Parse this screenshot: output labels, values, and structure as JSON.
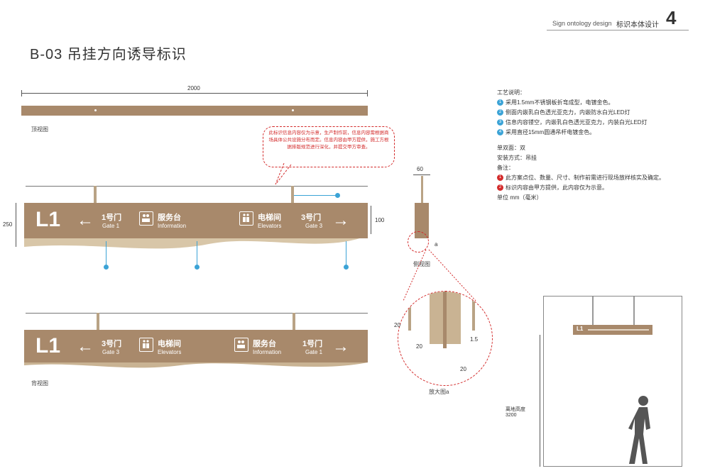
{
  "header": {
    "subtitle_en": "Sign ontology design",
    "subtitle_cn": "标识本体设计",
    "page_number": "4"
  },
  "title": "B-03  吊挂方向诱导标识",
  "top_view": {
    "label": "顶视图",
    "width_dim": "2000"
  },
  "front_view": {
    "height_dim": "250",
    "panel_dim": "100",
    "level": "L1",
    "items": [
      {
        "cn": "1号门",
        "en": "Gate 1"
      },
      {
        "cn": "服务台",
        "en": "Information"
      },
      {
        "cn": "电梯间",
        "en": "Elevators"
      },
      {
        "cn": "3号门",
        "en": "Gate 3"
      }
    ],
    "markers": [
      "1",
      "2",
      "3",
      "4"
    ]
  },
  "back_view": {
    "label": "背视图",
    "level": "L1",
    "items": [
      {
        "cn": "3号门",
        "en": "Gate 3"
      },
      {
        "cn": "电梯间",
        "en": "Elevators"
      },
      {
        "cn": "服务台",
        "en": "Information"
      },
      {
        "cn": "1号门",
        "en": "Gate 1"
      }
    ]
  },
  "callout": {
    "text": "此标识信息内容仅为示意，生产制作前，信息内容需根据商场具体公共设施分布而定。信息内容由甲方提供，施工方根据排版规范进行深化，并提交甲方审查。"
  },
  "side_view": {
    "label": "侧视图",
    "width_dim": "60",
    "detail_tag": "a"
  },
  "detail_view": {
    "label": "放大图a",
    "dims": [
      "20",
      "20",
      "1.5",
      "20"
    ]
  },
  "process_notes": {
    "heading": "工艺说明：",
    "items": [
      "采用1.5mm不锈钢板折弯成型，电镀金色。",
      "侧面内嵌乳白色透光亚克力，内嵌防水白光LED灯",
      "信息内容镂空，内嵌乳白色透光亚克力，内装白光LED灯",
      "采用直径15mm圆通吊杆电镀金色。"
    ],
    "markers": [
      "1",
      "2",
      "3",
      "4"
    ],
    "single_double": "单双面：双",
    "install": "安装方式：吊挂",
    "remarks_heading": "备注：",
    "remarks": [
      "此方案点位、数量、尺寸、制作前需进行现场放样核实及确定。",
      "标识内容由甲方提供，此内容仅为示意。"
    ],
    "remark_markers": [
      "1",
      "2"
    ],
    "unit": "单位  mm（毫米）"
  },
  "scene": {
    "height_label": "离地高度",
    "height_value": "3200",
    "mini_level": "L1"
  },
  "colors": {
    "wood": "#a8896b",
    "accent_blue": "#3ba3d6",
    "accent_red": "#d32b2b"
  }
}
